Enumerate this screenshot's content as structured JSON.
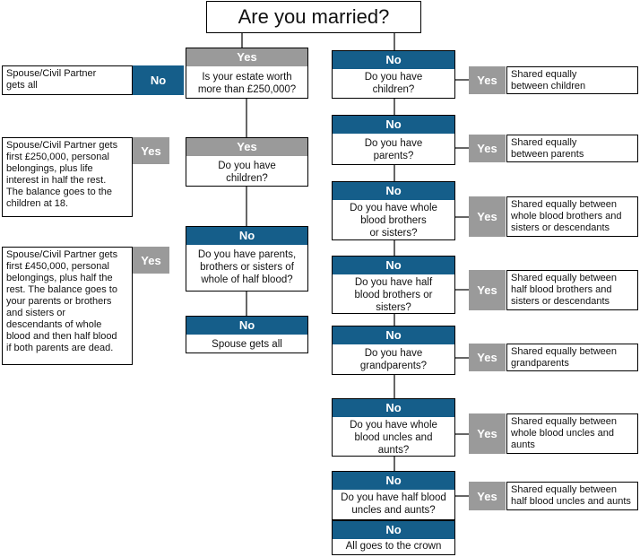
{
  "title": "Are you married?",
  "left_branch": {
    "yes_header": "Yes",
    "estate_question": "Is your estate worth\nmore than £250,000?",
    "estate_no_tag": "No",
    "estate_no_answer": "Spouse/Civil Partner\ngets all",
    "children_header": "Yes",
    "children_question": "Do you have\nchildren?",
    "children_yes_tag": "Yes",
    "children_yes_answer": "Spouse/Civil Partner gets\nfirst £250,000, personal\nbelongings, plus life\ninterest in half the rest.\nThe balance goes to the\nchildren at 18.",
    "relatives_header": "No",
    "relatives_question": "Do you have parents,\nbrothers or sisters of\nwhole of half blood?",
    "relatives_yes_tag": "Yes",
    "relatives_yes_answer": "Spouse/Civil Partner gets\nfirst £450,000, personal\nbelongings, plus half the\nrest. The balance goes to\nyour parents or brothers\nand sisters or\ndescendants of whole\nblood and then half blood\nif both parents are dead.",
    "spouse_header": "No",
    "spouse_text": "Spouse gets all"
  },
  "right_branch": [
    {
      "header": "No",
      "question": "Do you have\nchildren?",
      "yes_tag": "Yes",
      "answer": "Shared equally\nbetween children"
    },
    {
      "header": "No",
      "question": "Do you have\nparents?",
      "yes_tag": "Yes",
      "answer": "Shared equally\nbetween parents"
    },
    {
      "header": "No",
      "question": "Do you have whole\nblood brothers\nor sisters?",
      "yes_tag": "Yes",
      "answer": "Shared equally between\nwhole blood brothers and\nsisters or descendants"
    },
    {
      "header": "No",
      "question": "Do you have half\nblood brothers or\nsisters?",
      "yes_tag": "Yes",
      "answer": "Shared equally between\nhalf blood brothers and\nsisters or descendants"
    },
    {
      "header": "No",
      "question": "Do you have\ngrandparents?",
      "yes_tag": "Yes",
      "answer": "Shared equally between\ngrandparents"
    },
    {
      "header": "No",
      "question": "Do you have whole\nblood uncles and\naunts?",
      "yes_tag": "Yes",
      "answer": "Shared equally between\nwhole blood uncles and\naunts"
    },
    {
      "header": "No",
      "question": "Do you have half blood\nuncles and aunts?",
      "yes_tag": "Yes",
      "answer": "Shared equally between\nhalf blood uncles and aunts"
    }
  ],
  "crown": {
    "header": "No",
    "text": "All goes to the crown"
  }
}
